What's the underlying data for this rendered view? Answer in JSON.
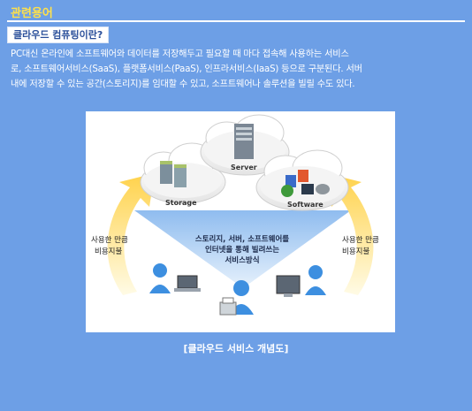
{
  "heading": "관련용어",
  "term": "클라우드 컴퓨팅이란?",
  "description": "PC대신 온라인에 소프트웨어와 데이터를 저장해두고 필요할 때 마다 접속해 사용하는 서비스\n로, 소프트웨어서비스(SaaS), 플랫폼서비스(PaaS), 인프라서비스(IaaS) 등으로 구분된다. 서버\n내에 저장할 수 있는 공간(스토리지)를 임대할 수 있고, 소프트웨어나 솔루션을 빌릴 수도 있다.",
  "diagram": {
    "cloud_labels": {
      "storage": "Storage",
      "server": "Server",
      "software": "Software"
    },
    "center_text": [
      "스토리지, 서버, 소프트웨어를",
      "인터넷을 통해 빌려쓰는",
      "서비스방식"
    ],
    "left_text": [
      "사용한 만큼",
      "비용지불"
    ],
    "right_text": [
      "사용한 만큼",
      "비용지불"
    ]
  },
  "caption": "[클라우드 서비스 개념도]",
  "colors": {
    "background": "#6d9fe6",
    "heading": "#ffe14a",
    "arrow": "#ffd24a",
    "funnel": "#a9cdf2"
  }
}
